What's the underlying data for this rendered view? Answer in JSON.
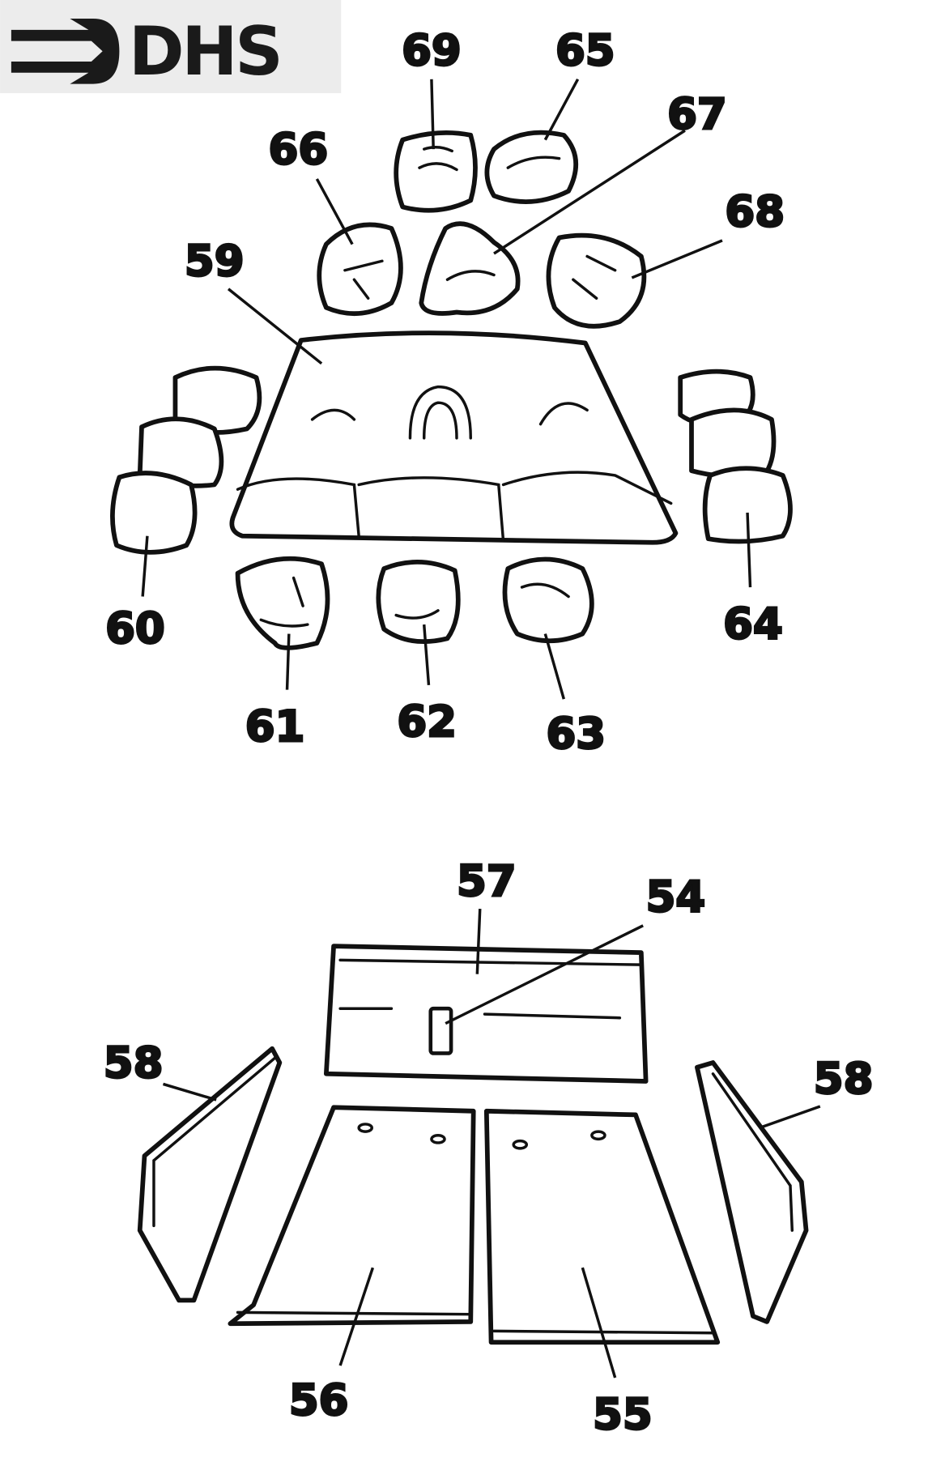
{
  "logo": {
    "text": "DHS"
  },
  "labels": {
    "p54": "54",
    "p55": "55",
    "p56": "56",
    "p57": "57",
    "p58_left": "58",
    "p58_right": "58",
    "p59": "59",
    "p60": "60",
    "p61": "61",
    "p62": "62",
    "p63": "63",
    "p64": "64",
    "p65": "65",
    "p66": "66",
    "p67": "67",
    "p68": "68",
    "p69": "69"
  }
}
